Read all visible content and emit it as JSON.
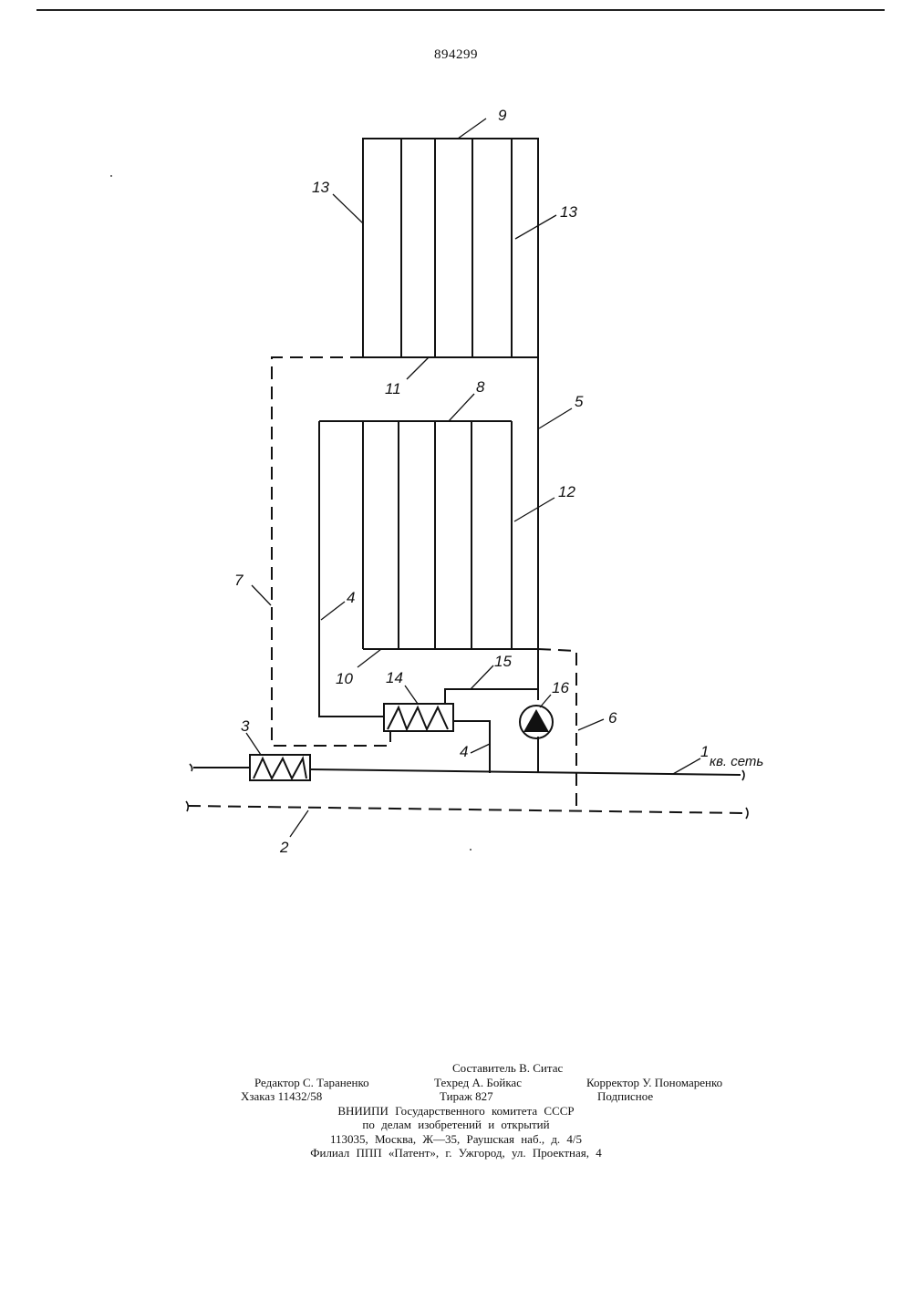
{
  "page_number": "894299",
  "labels": {
    "l1": "1",
    "l1_suffix": "кв. сеть",
    "l2": "2",
    "l3": "3",
    "l4a": "4",
    "l4b": "4",
    "l5": "5",
    "l6": "6",
    "l7": "7",
    "l8": "8",
    "l9": "9",
    "l10": "10",
    "l11": "11",
    "l12": "12",
    "l13a": "13",
    "l13b": "13",
    "l14": "14",
    "l15": "15",
    "l16": "16"
  },
  "colophon": {
    "compiler": "Составитель В. Ситас",
    "editor": "Редактор С. Тараненко",
    "tech_editor": "Техред А. Бойкас",
    "corrector": "Корректор У. Пономаренко",
    "order": "Хзаказ 11432/58",
    "circulation": "Тираж 827",
    "subscription": "Подписное",
    "org1": "ВНИИПИ  Государственного  комитета  СССР",
    "org2": "по  делам  изобретений  и  открытий",
    "address": "113035,  Москва,  Ж—35,  Раушская  наб.,  д.  4/5",
    "branch": "Филиал  ППП  «Патент»,  г.  Ужгород,  ул.  Проектная,  4"
  }
}
